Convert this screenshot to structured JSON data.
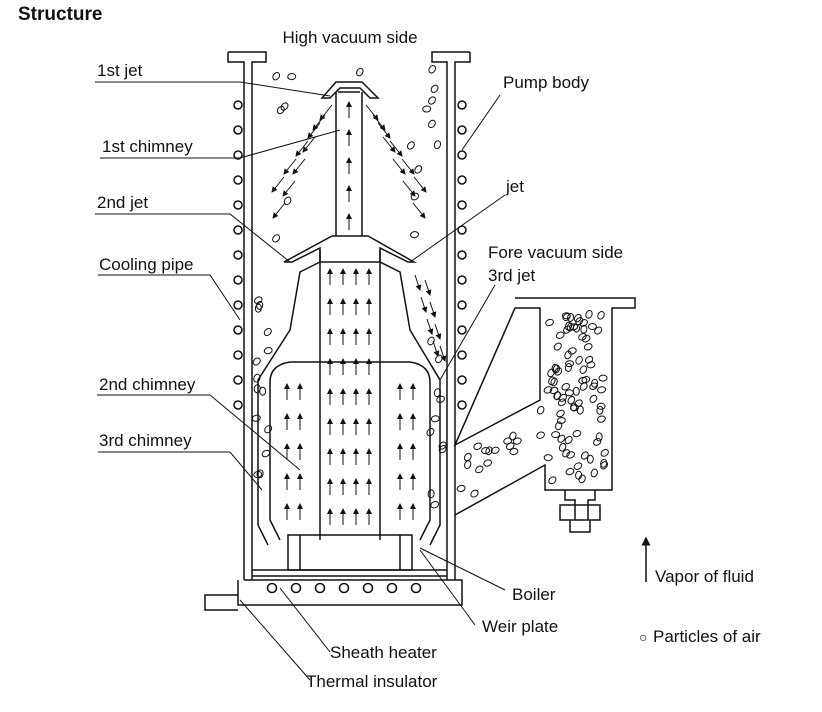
{
  "title": "Structure",
  "labels": {
    "high_vacuum_side": "High vacuum side",
    "first_jet": "1st jet",
    "pump_body": "Pump body",
    "first_chimney": "1st chimney",
    "jet": "jet",
    "second_jet": "2nd jet",
    "fore_vacuum_side": "Fore vacuum side",
    "third_jet": "3rd jet",
    "cooling_pipe": "Cooling pipe",
    "second_chimney": "2nd chimney",
    "third_chimney": "3rd chimney",
    "boiler": "Boiler",
    "weir_plate": "Weir plate",
    "sheath_heater": "Sheath heater",
    "thermal_insulator": "Thermal insulator"
  },
  "legend": {
    "vapor": "Vapor of fluid",
    "particles": "Particles of air",
    "particles_marker": "○"
  },
  "colors": {
    "line": "#111111",
    "background": "#ffffff"
  }
}
